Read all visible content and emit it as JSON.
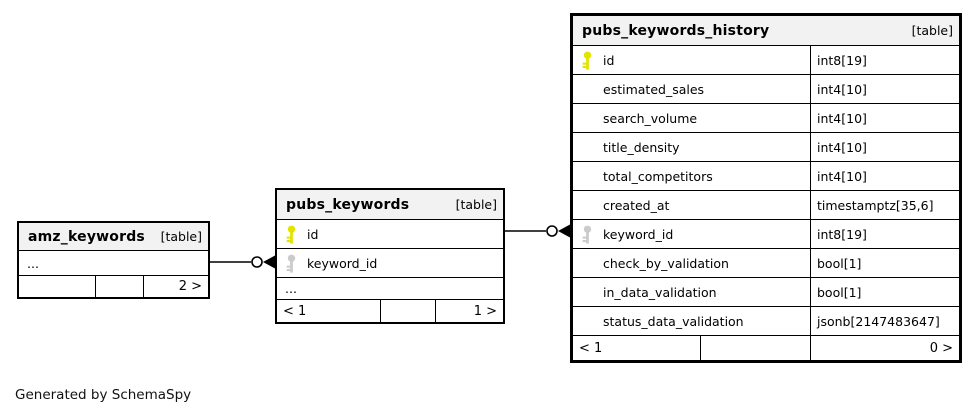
{
  "page": {
    "generated_note": "Generated by SchemaSpy"
  },
  "colors": {
    "primary_key_icon": "#e3e300",
    "foreign_key_icon": "#cbcbcb",
    "table_header_bg": "#f2f2f2",
    "table_border": "#000000",
    "relationship_line": "#000000"
  },
  "tables": [
    {
      "name": "amz_keywords",
      "badge": "[table]",
      "columns": [
        {
          "name": "...",
          "type": "",
          "key": "none"
        }
      ],
      "footer": {
        "left": "",
        "middle": "",
        "right": "2 >"
      }
    },
    {
      "name": "pubs_keywords",
      "badge": "[table]",
      "columns": [
        {
          "name": "id",
          "type": "",
          "key": "primary"
        },
        {
          "name": "keyword_id",
          "type": "",
          "key": "foreign"
        },
        {
          "name": "...",
          "type": "",
          "key": "none"
        }
      ],
      "footer": {
        "left": "< 1",
        "middle": "",
        "right": "1 >"
      }
    },
    {
      "name": "pubs_keywords_history",
      "badge": "[table]",
      "columns": [
        {
          "name": "id",
          "type": "int8[19]",
          "key": "primary"
        },
        {
          "name": "estimated_sales",
          "type": "int4[10]",
          "key": "none"
        },
        {
          "name": "search_volume",
          "type": "int4[10]",
          "key": "none"
        },
        {
          "name": "title_density",
          "type": "int4[10]",
          "key": "none"
        },
        {
          "name": "total_competitors",
          "type": "int4[10]",
          "key": "none"
        },
        {
          "name": "created_at",
          "type": "timestamptz[35,6]",
          "key": "none"
        },
        {
          "name": "keyword_id",
          "type": "int8[19]",
          "key": "foreign"
        },
        {
          "name": "check_by_validation",
          "type": "bool[1]",
          "key": "none"
        },
        {
          "name": "in_data_validation",
          "type": "bool[1]",
          "key": "none"
        },
        {
          "name": "status_data_validation",
          "type": "jsonb[2147483647]",
          "key": "none"
        }
      ],
      "footer": {
        "left": "< 1",
        "middle": "",
        "right": "0 >"
      }
    }
  ],
  "relationships": [
    {
      "from_table": "amz_keywords",
      "to_table": "pubs_keywords",
      "to_column": "keyword_id",
      "cardinality": "zero-or-many"
    },
    {
      "from_table": "pubs_keywords",
      "from_column": "id",
      "to_table": "pubs_keywords_history",
      "to_column": "keyword_id",
      "cardinality": "zero-or-many"
    }
  ]
}
